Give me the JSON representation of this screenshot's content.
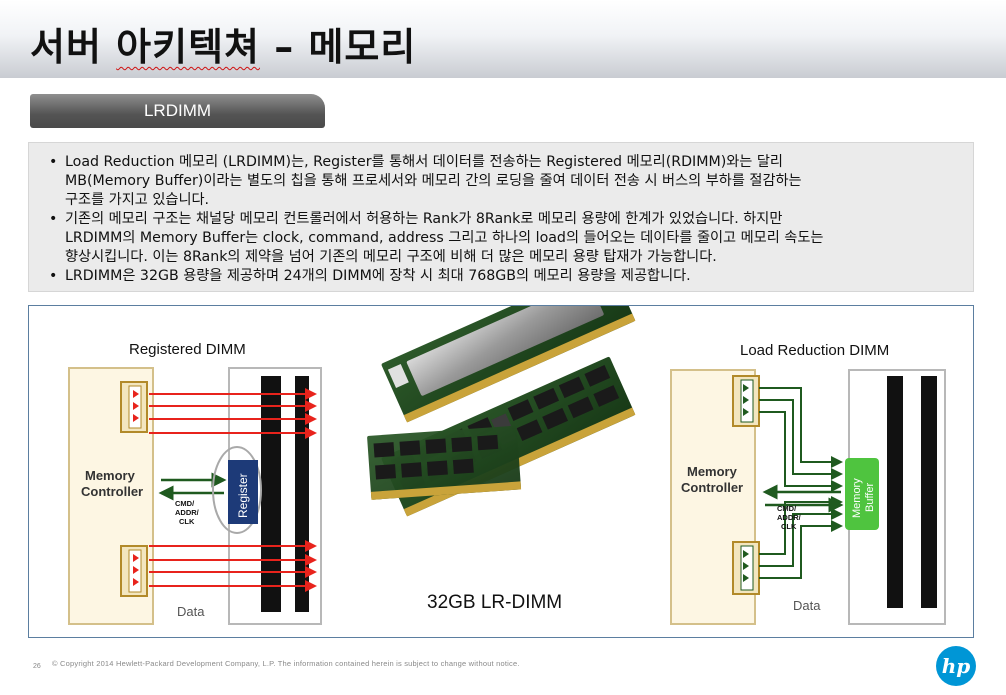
{
  "title": {
    "part1": "서버",
    "part2": "아키텍쳐",
    "part3": "– 메모리"
  },
  "section_tab": "LRDIMM",
  "bullets": [
    {
      "lines": [
        "Load Reduction 메모리 (LRDIMM)는, Register를 통해서 데이터를 전송하는 Registered 메모리(RDIMM)와는 달리",
        "MB(Memory Buffer)이라는 별도의 칩을 통해 프로세서와 메모리 간의 로딩을 줄여 데이터 전송 시 버스의 부하를 절감하는",
        "구조를 가지고 있습니다."
      ]
    },
    {
      "lines": [
        "기존의 메모리 구조는 채널당 메모리 컨트롤러에서 허용하는 Rank가 8Rank로 메모리 용량에 한계가 있었습니다. 하지만",
        "LRDIMM의 Memory Buffer는 clock, command, address 그리고 하나의 load의 들어오는 데이타를 줄이고 메모리 속도는",
        "향상시킵니다. 이는 8Rank의 제약을 넘어 기존의 메모리 구조에 비해 더 많은 메모리 용량 탑재가 가능합니다."
      ]
    },
    {
      "lines": [
        "LRDIMM은 32GB 용량을 제공하며 24개의 DIMM에 장착 시 최대 768GB의 메모리 용량을 제공합니다."
      ]
    }
  ],
  "diagram": {
    "left": {
      "heading": "Registered DIMM",
      "controller_line1": "Memory",
      "controller_line2": "Controller",
      "cmd_line1": "CMD/",
      "cmd_line2": "ADDR/",
      "cmd_line3": "CLK",
      "chip_label": "Register",
      "data_label": "Data"
    },
    "center": {
      "caption": "32GB LR-DIMM"
    },
    "right": {
      "heading": "Load Reduction DIMM",
      "controller_line1": "Memory",
      "controller_line2": "Controller",
      "cmd_line1": "CMD/",
      "cmd_line2": "ADDR/",
      "cmd_line3": "CLK",
      "chip_label_line1": "Memory",
      "chip_label_line2": "Buffer",
      "data_label": "Data"
    }
  },
  "footer": {
    "page_number": "26",
    "copyright": "© Copyright 2014 Hewlett-Packard Development Company, L.P.  The information contained herein is subject to change without notice.",
    "logo_text": "hp"
  },
  "colors": {
    "data_arrow": "#e8231c",
    "cmd_arrow": "#1f5a1f",
    "register_chip": "#1d3a78",
    "buffer_chip": "#4fc43f",
    "frame_border": "#5b7ea0",
    "hp_blue": "#0096d6"
  }
}
